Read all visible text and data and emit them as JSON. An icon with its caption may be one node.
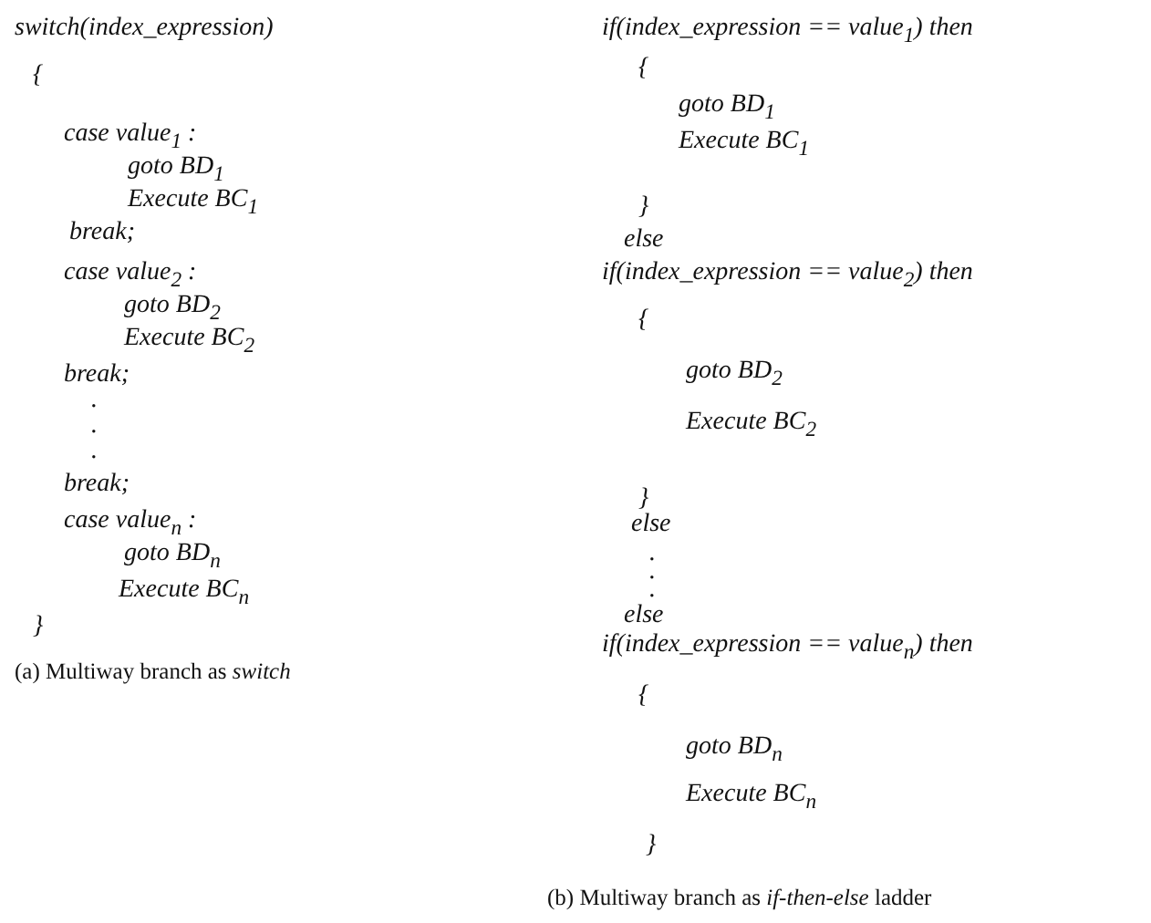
{
  "diagram": {
    "labels": [
      "switch(index_expression)",
      "{",
      "case value$_{1}$ :",
      "goto BD$_{1}$",
      "Execute BC$_{1}$",
      "break;",
      "case value$_{2}$ :",
      "goto BD$_{2}$",
      "Execute BC$_{2}$",
      "break;",
      ".",
      ".",
      ".",
      "break;",
      "case value$_{n}$ :",
      "goto BD$_{n}$",
      "Execute BC$_{n}$",
      "}",
      "(a) Multiway branch as *switch*",
      "if(index_expression == value$_{1}$) then",
      "{",
      "goto BD$_{1}$",
      "Execute BC$_{1}$",
      "}",
      "else",
      "if(index_expression == value$_{2}$) then",
      "{",
      "goto BD$_{2}$",
      "Execute BC$_{2}$",
      "}",
      "else",
      ".",
      ".",
      ".",
      "else",
      "if(index_expression == value$_{n}$) then",
      "{",
      "goto BD$_{n}$",
      "Execute BC$_{n}$",
      "}",
      "(b) Multiway branch as *if-then-else* ladder"
    ]
  }
}
